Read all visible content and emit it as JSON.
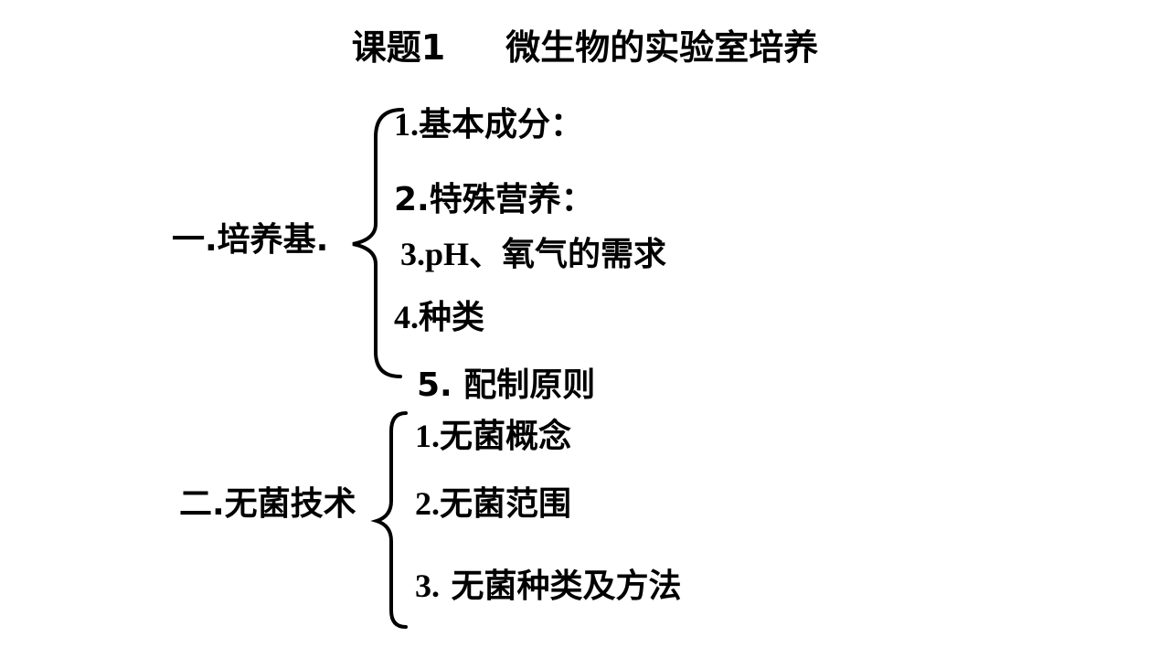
{
  "slide": {
    "title": "课题1     微生物的实验室培养",
    "sections": [
      {
        "heading": "一.培养基.",
        "items": [
          {
            "num": "1.",
            "text": "基本成分："
          },
          {
            "num": "2.",
            "text": "特殊营养："
          },
          {
            "num": "3.pH",
            "text": "、氧气的需求"
          },
          {
            "num": "4.",
            "text": "种类"
          },
          {
            "num": "5.",
            "text": " 配制原则"
          }
        ]
      },
      {
        "heading": "二.无菌技术",
        "items": [
          {
            "num": "1.",
            "text": "无菌概念"
          },
          {
            "num": "2.",
            "text": "无菌范围"
          },
          {
            "num": "3.",
            "text": " 无菌种类及方法"
          }
        ]
      }
    ]
  }
}
